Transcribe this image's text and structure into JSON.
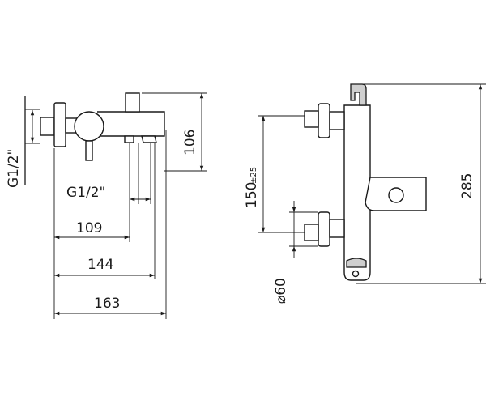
{
  "side_view": {
    "inlet_thread": "G1/2\"",
    "outlet_thread": "G1/2\"",
    "height": "106",
    "dim_109": "109",
    "dim_144": "144",
    "dim_163": "163"
  },
  "front_view": {
    "inlet_spacing_value": "150",
    "inlet_spacing_tol": "±25",
    "diameter": "⌀60",
    "total_height": "285"
  }
}
